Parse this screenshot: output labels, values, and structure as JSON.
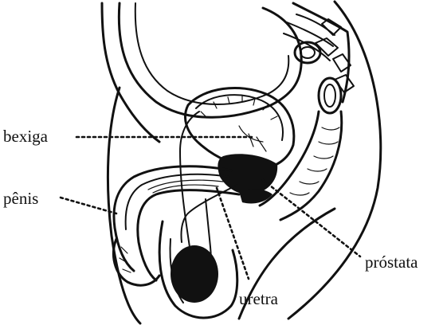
{
  "labels": {
    "bladder": "bexiga",
    "penis": "pênis",
    "urethra": "uretra",
    "prostate": "próstata"
  }
}
